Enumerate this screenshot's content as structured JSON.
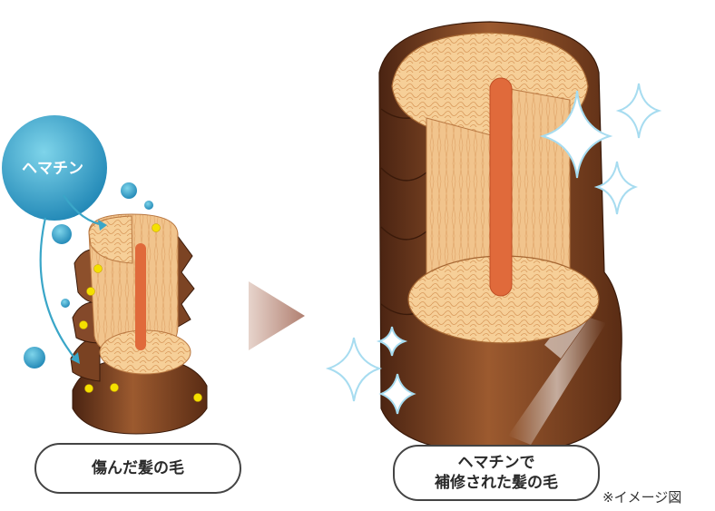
{
  "labels": {
    "hematin": "ヘマチン",
    "damaged_hair": "傷んだ髪の毛",
    "repaired_line1": "ヘマチンで",
    "repaired_line2": "補修された髪の毛",
    "image_note": "※イメージ図"
  },
  "colors": {
    "hematin_bubble": "#2fa7cf",
    "arrow": "#3aa6c8",
    "cuticle_dark": "#6b3a1f",
    "cuticle_mid": "#9a5a30",
    "cortex": "#f2c58f",
    "medulla": "#e06a3b",
    "particle": "#f4e000",
    "sparkle": "#bfe6f5"
  }
}
